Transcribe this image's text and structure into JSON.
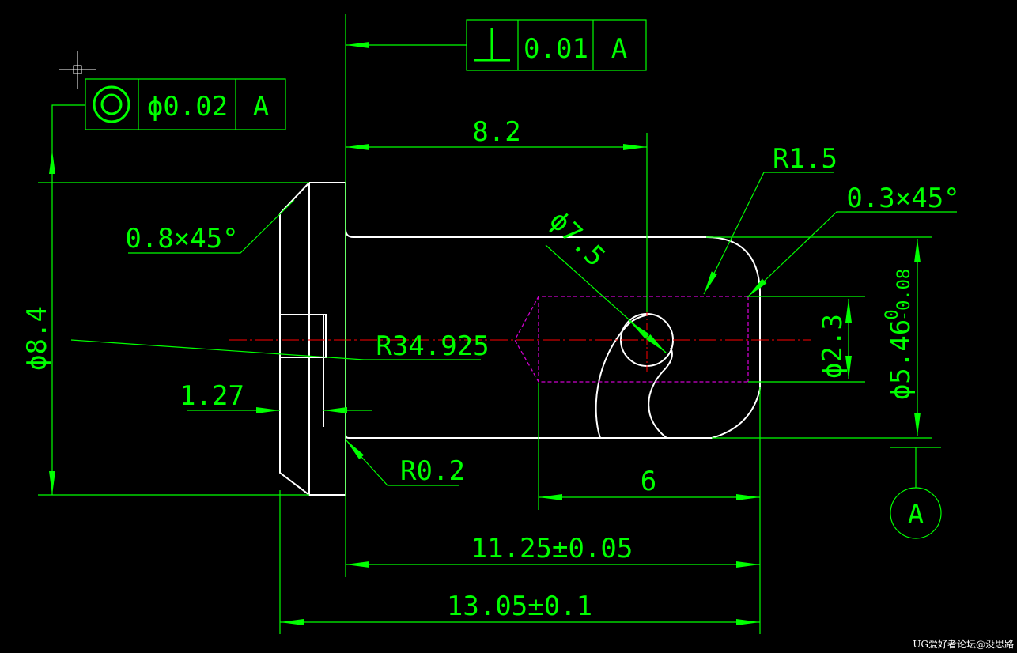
{
  "colors": {
    "background": "#000000",
    "dimension": "#00ff00",
    "outline": "#ffffff",
    "centerline": "#ff0000",
    "hidden": "#cc00cc"
  },
  "gdt": {
    "perpendicularity": {
      "symbol": "perpendicularity-symbol",
      "tolerance": "0.01",
      "datum": "A"
    },
    "concentricity": {
      "symbol": "concentricity-symbol",
      "tolerance": "ϕ0.02",
      "datum": "A"
    }
  },
  "dimensions": {
    "len_8_2": "8.2",
    "r_1_5": "R1.5",
    "chamfer_right": "0.3×45°",
    "chamfer_left": "0.8×45°",
    "dia_8_4": "ϕ8.4",
    "dia_7_5": "ϕ7.5",
    "r_34_925": "R34.925",
    "len_1_27": "1.27",
    "dia_2_3": "ϕ2.3",
    "dia_5_46": "ϕ5.46",
    "tol_upper": "0",
    "tol_lower": "-0.08",
    "r_0_2": "R0.2",
    "len_6": "6",
    "len_11_25": "11.25±0.05",
    "len_13_05": "13.05±0.1"
  },
  "datum": {
    "label": "A"
  },
  "watermark": "UG爱好者论坛@没思路"
}
